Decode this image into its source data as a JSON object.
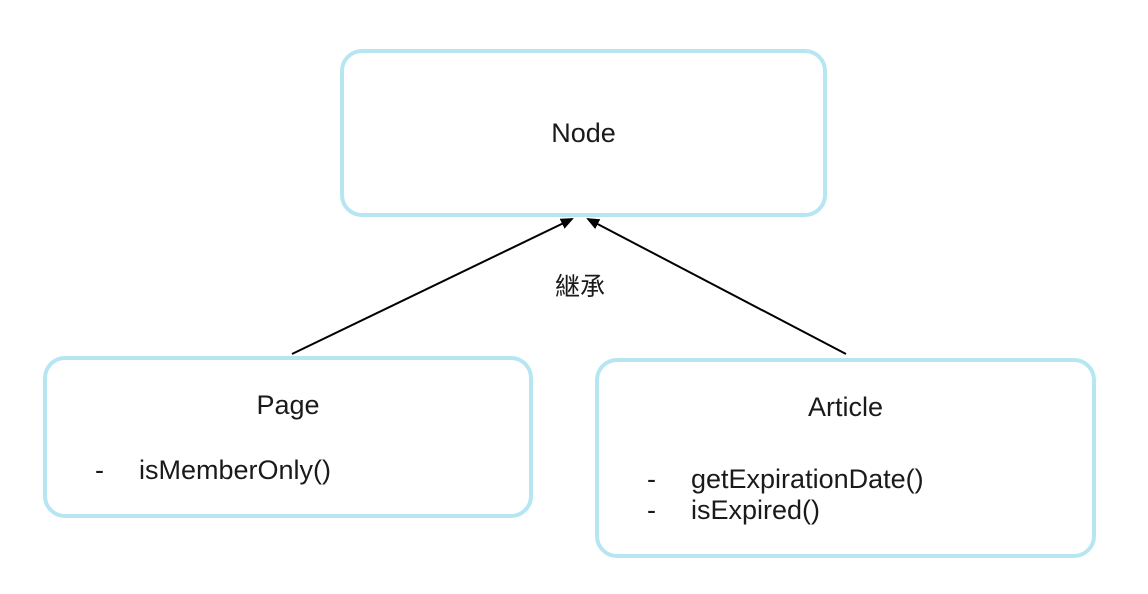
{
  "diagram": {
    "edge": {
      "label": "継承"
    },
    "bullet": "-",
    "colors": {
      "box_border": "#b6e6f2",
      "box_fill": "#ffffff",
      "arrow": "#000000",
      "text": "#1a1a1a",
      "background": "#ffffff"
    },
    "nodes": {
      "node": {
        "title": "Node"
      },
      "page": {
        "title": "Page",
        "methods": [
          "isMemberOnly()"
        ]
      },
      "article": {
        "title": "Article",
        "methods": [
          "getExpirationDate()",
          "isExpired()"
        ]
      }
    }
  }
}
